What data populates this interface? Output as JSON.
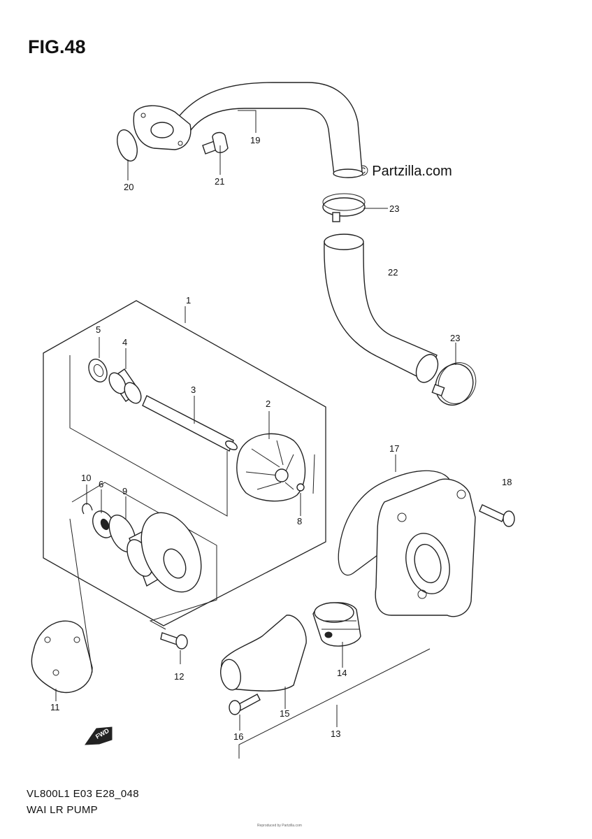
{
  "figure": {
    "title": "FIG.48",
    "watermark": "© Partzilla.com",
    "code": "VL800L1 E03 E28_048",
    "caption": "WAI LR PUMP",
    "fine_print": "Reproduced by Partzilla.com"
  },
  "callouts": [
    "1",
    "2",
    "3",
    "4",
    "5",
    "6",
    "8",
    "9",
    "10",
    "11",
    "12",
    "13",
    "14",
    "15",
    "16",
    "17",
    "18",
    "19",
    "20",
    "21",
    "22",
    "23",
    "23"
  ],
  "fwd_label": "FWD"
}
